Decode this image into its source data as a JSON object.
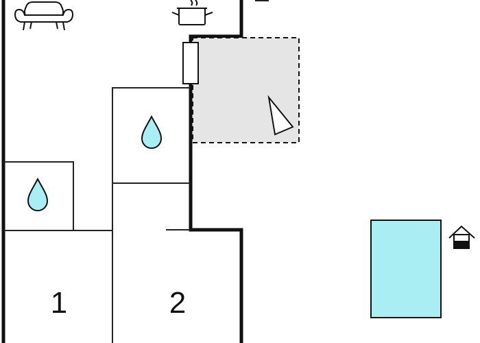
{
  "floorplan": {
    "rooms": [
      {
        "id": "bedroom-1",
        "label": "1"
      },
      {
        "id": "bedroom-2",
        "label": "2"
      }
    ],
    "icons": [
      "sofa-icon",
      "cooking-pot-icon",
      "fireplace-icon",
      "shower-icon",
      "terrace-icon",
      "pool-icon",
      "house-icon"
    ],
    "colors": {
      "wall": "#111111",
      "thin_line": "#222222",
      "water": "#a8eef2",
      "terrace": "#e5e5e5"
    }
  }
}
